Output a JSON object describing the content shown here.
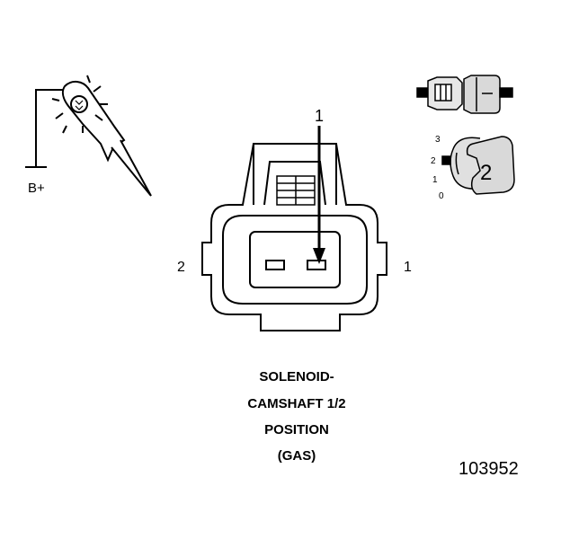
{
  "probe": {
    "supply_label": "B+"
  },
  "connector": {
    "pin_left_label": "2",
    "pin_right_label": "1",
    "arrow_pin_label": "1"
  },
  "inset": {
    "position_numbers": [
      "3",
      "2",
      "1",
      "0"
    ],
    "position_value": "2"
  },
  "caption": {
    "lines": [
      "SOLENOID-",
      "CAMSHAFT 1/2",
      "POSITION",
      "(GAS)"
    ]
  },
  "figure_number": "103952",
  "colors": {
    "ink": "#000000",
    "background": "#ffffff",
    "shade": "#d9d9d9"
  }
}
